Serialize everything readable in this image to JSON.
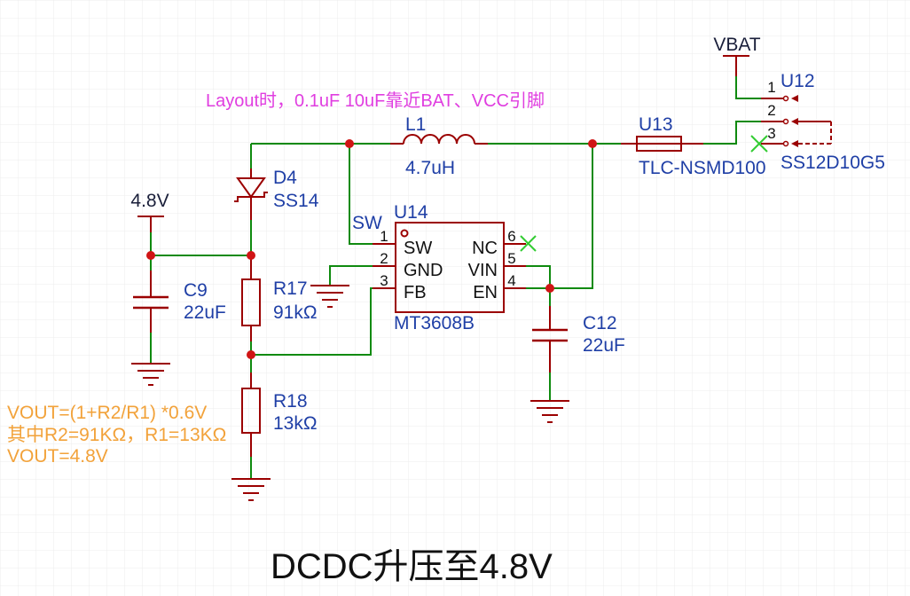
{
  "title": "DCDC升压至4.8V",
  "note": "Layout时，0.1uF 10uF靠近BAT、VCC引脚",
  "formula": [
    "VOUT=(1+R2/R1) *0.6V",
    "其中R2=91KΩ，R1=13KΩ",
    "VOUT=4.8V"
  ],
  "nets": {
    "vbat": "VBAT",
    "vout": "4.8V",
    "sw": "SW"
  },
  "components": {
    "u12": {
      "ref": "U12",
      "value": "SS12D10G5",
      "pins": [
        "1",
        "2",
        "3"
      ]
    },
    "u13": {
      "ref": "U13",
      "value": "TLC-NSMD100"
    },
    "l1": {
      "ref": "L1",
      "value": "4.7uH"
    },
    "d4": {
      "ref": "D4",
      "value": "SS14"
    },
    "u14": {
      "ref": "U14",
      "value": "MT3608B",
      "left_pins": [
        {
          "num": "1",
          "name": "SW"
        },
        {
          "num": "2",
          "name": "GND"
        },
        {
          "num": "3",
          "name": "FB"
        }
      ],
      "right_pins": [
        {
          "num": "6",
          "name": "NC"
        },
        {
          "num": "5",
          "name": "VIN"
        },
        {
          "num": "4",
          "name": "EN"
        }
      ]
    },
    "c9": {
      "ref": "C9",
      "value": "22uF"
    },
    "r17": {
      "ref": "R17",
      "value": "91kΩ"
    },
    "c12": {
      "ref": "C12",
      "value": "22uF"
    },
    "r18": {
      "ref": "R18",
      "value": "13kΩ"
    }
  },
  "colors": {
    "wire": "#0f8a0f",
    "component": "#9b0000",
    "junction": "#d01515",
    "label": "#1f3fa6",
    "note": "#e03ee0",
    "formula": "#f2a23a",
    "title": "#111111",
    "grid": "#ececec",
    "no_connect": "#33cc33",
    "pin_text": "#111111",
    "net_text": "#1a1f3a"
  }
}
